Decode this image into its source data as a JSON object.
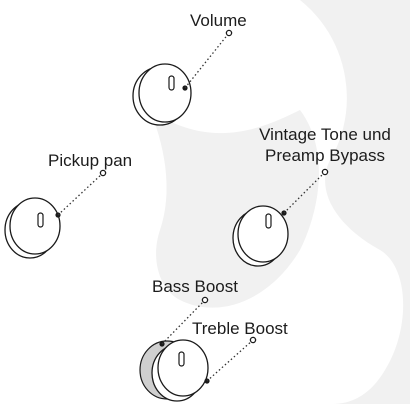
{
  "colors": {
    "stroke": "#1a1a1a",
    "knob_fill": "#ffffff",
    "knob_shadow": "#e8e8e8",
    "pressed_fill": "#cfcfcf",
    "watermark": "#f1f1f1",
    "leader": "#333333"
  },
  "knobs": [
    {
      "id": "volume",
      "label": "Volume"
    },
    {
      "id": "pickup-pan",
      "label": "Pickup pan"
    },
    {
      "id": "vintage-tone",
      "label_lines": [
        "Vintage Tone und",
        "Preamp Bypass"
      ]
    },
    {
      "id": "bass-boost",
      "label": "Bass Boost",
      "state": "pressed"
    },
    {
      "id": "treble-boost",
      "label": "Treble Boost"
    }
  ],
  "icons": [
    "guitar-watermark-icon"
  ]
}
